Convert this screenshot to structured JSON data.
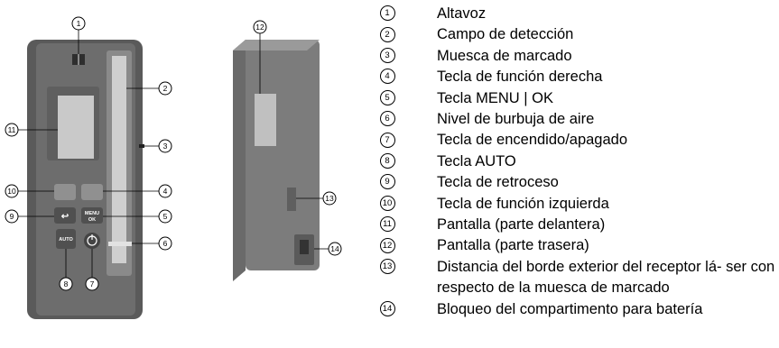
{
  "legend": [
    {
      "num": "1",
      "text": "Altavoz"
    },
    {
      "num": "2",
      "text": "Campo de detección"
    },
    {
      "num": "3",
      "text": "Muesca de marcado"
    },
    {
      "num": "4",
      "text": "Tecla de función derecha"
    },
    {
      "num": "5",
      "text": "Tecla MENU | OK"
    },
    {
      "num": "6",
      "text": "Nivel de burbuja de aire"
    },
    {
      "num": "7",
      "text": "Tecla de encendido/apagado"
    },
    {
      "num": "8",
      "text": "Tecla AUTO"
    },
    {
      "num": "9",
      "text": "Tecla de retroceso"
    },
    {
      "num": "10",
      "text": "Tecla de función izquierda"
    },
    {
      "num": "11",
      "text": "Pantalla (parte delantera)"
    },
    {
      "num": "12",
      "text": "Pantalla (parte trasera)"
    },
    {
      "num": "13",
      "text": "Distancia del borde exterior del receptor lá- ser con respecto de la muesca de marcado"
    },
    {
      "num": "14",
      "text": "Bloqueo del compartimento para batería"
    }
  ],
  "device_buttons": {
    "menu": "MENU",
    "ok": "OK",
    "auto": "AUTO"
  },
  "colors": {
    "body_dark": "#4a4a4a",
    "body_mid": "#7a7a7a",
    "body_light": "#bdbdbd",
    "screen": "#c9c9c9",
    "window": "#d8d8d8"
  }
}
